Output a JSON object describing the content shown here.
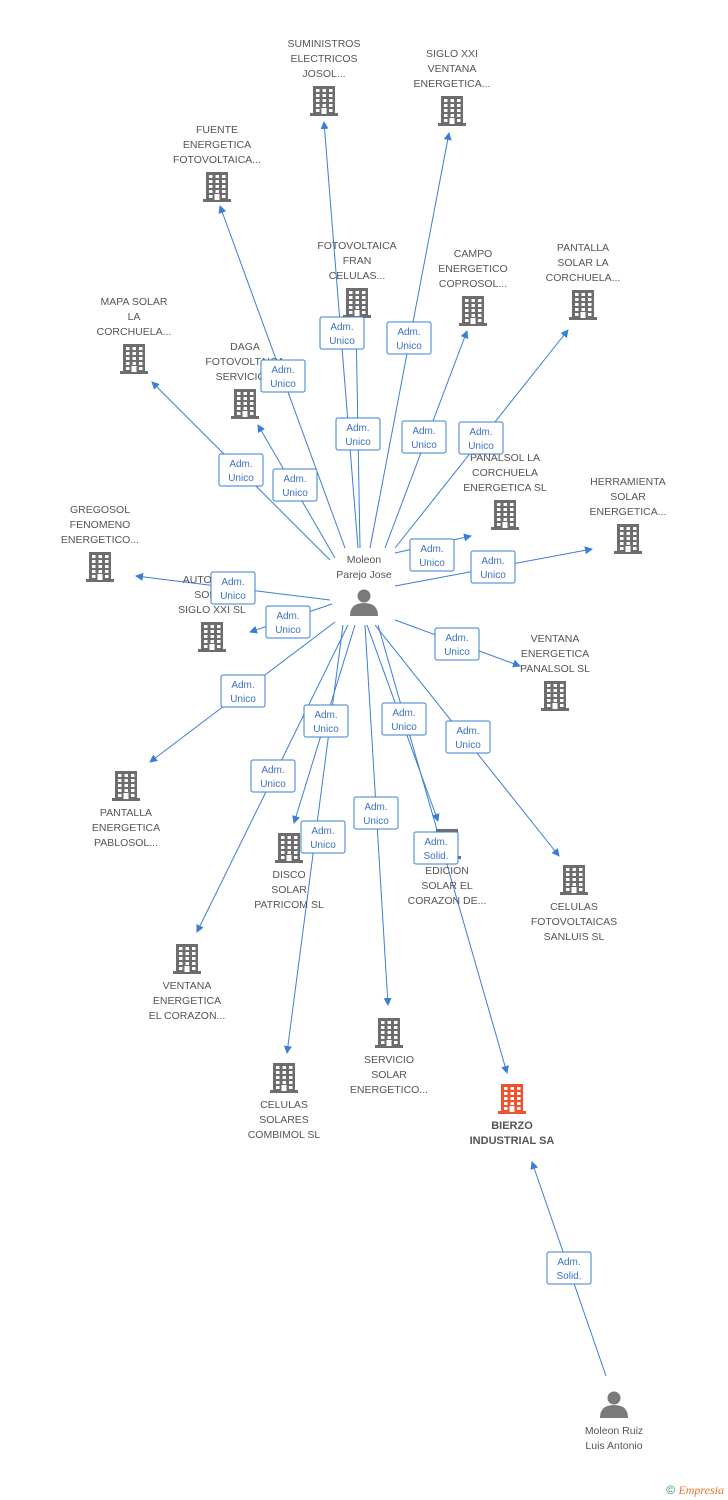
{
  "colors": {
    "edge": "#3a7fd5",
    "building": "#6d6d6d",
    "building_highlight": "#f0522d",
    "person": "#7a7a7a"
  },
  "persons": [
    {
      "id": "p1",
      "name_lines": [
        "Moleon",
        "Parejo Jose"
      ],
      "icon": "person-icon"
    },
    {
      "id": "p2",
      "name_lines": [
        "Moleon Ruiz",
        "Luis Antonio"
      ],
      "icon": "person-icon"
    }
  ],
  "companies": [
    {
      "id": "c1",
      "name_lines": [
        "SUMINISTROS",
        "ELECTRICOS",
        "JOSOL..."
      ]
    },
    {
      "id": "c2",
      "name_lines": [
        "SIGLO XXI",
        "VENTANA",
        "ENERGETICA..."
      ]
    },
    {
      "id": "c3",
      "name_lines": [
        "FUENTE",
        "ENERGETICA",
        "FOTOVOLTAICA..."
      ]
    },
    {
      "id": "c4",
      "name_lines": [
        "FOTOVOLTAICA",
        "FRAN",
        "CELULAS..."
      ]
    },
    {
      "id": "c5",
      "name_lines": [
        "CAMPO",
        "ENERGETICO",
        "COPROSOL..."
      ]
    },
    {
      "id": "c6",
      "name_lines": [
        "PANTALLA",
        "SOLAR LA",
        "CORCHUELA..."
      ]
    },
    {
      "id": "c7",
      "name_lines": [
        "MAPA SOLAR",
        "LA",
        "CORCHUELA..."
      ]
    },
    {
      "id": "c8",
      "name_lines": [
        "DAGA",
        "FOTOVOLTAICA",
        "SERVICIO..."
      ]
    },
    {
      "id": "c9",
      "name_lines": [
        "PANALSOL LA",
        "CORCHUELA",
        "ENERGETICA SL"
      ]
    },
    {
      "id": "c10",
      "name_lines": [
        "HERRAMIENTA",
        "SOLAR",
        "ENERGETICA..."
      ]
    },
    {
      "id": "c11",
      "name_lines": [
        "GREGOSOL",
        "FENOMENO",
        "ENERGETICO..."
      ]
    },
    {
      "id": "c12",
      "name_lines": [
        "AUTOPISTA",
        "SOLAR",
        "SIGLO XXI SL"
      ]
    },
    {
      "id": "c13",
      "name_lines": [
        "VENTANA",
        "ENERGETICA",
        "PANALSOL SL"
      ]
    },
    {
      "id": "c14",
      "name_lines": [
        "PANTALLA",
        "ENERGETICA",
        "PABLOSOL..."
      ]
    },
    {
      "id": "c15",
      "name_lines": [
        "DISCO",
        "SOLAR",
        "PATRICOM SL"
      ]
    },
    {
      "id": "c16",
      "name_lines": [
        "EDICION",
        "SOLAR EL",
        "CORAZON DE..."
      ]
    },
    {
      "id": "c17",
      "name_lines": [
        "CELULAS",
        "FOTOVOLTAICAS",
        "SANLUIS SL"
      ]
    },
    {
      "id": "c18",
      "name_lines": [
        "VENTANA",
        "ENERGETICA",
        "EL CORAZON..."
      ]
    },
    {
      "id": "c19",
      "name_lines": [
        "SERVICIO",
        "SOLAR",
        "ENERGETICO..."
      ]
    },
    {
      "id": "c20",
      "name_lines": [
        "CELULAS",
        "SOLARES",
        "COMBIMOL SL"
      ]
    },
    {
      "id": "c21",
      "name_lines": [
        "BIERZO",
        "INDUSTRIAL SA"
      ],
      "highlight": true
    }
  ],
  "edges": [
    {
      "from": "p1",
      "to": "c1",
      "label_lines": [
        "Adm.",
        "Unico"
      ]
    },
    {
      "from": "p1",
      "to": "c2",
      "label_lines": [
        "Adm.",
        "Unico"
      ]
    },
    {
      "from": "p1",
      "to": "c3",
      "label_lines": [
        "Adm.",
        "Unico"
      ]
    },
    {
      "from": "p1",
      "to": "c4",
      "label_lines": [
        "Adm.",
        "Unico"
      ]
    },
    {
      "from": "p1",
      "to": "c5",
      "label_lines": [
        "Adm.",
        "Unico"
      ]
    },
    {
      "from": "p1",
      "to": "c6",
      "label_lines": [
        "Adm.",
        "Unico"
      ]
    },
    {
      "from": "p1",
      "to": "c7",
      "label_lines": [
        "Adm.",
        "Unico"
      ]
    },
    {
      "from": "p1",
      "to": "c8",
      "label_lines": [
        "Adm.",
        "Unico"
      ]
    },
    {
      "from": "p1",
      "to": "c9",
      "label_lines": [
        "Adm.",
        "Unico"
      ]
    },
    {
      "from": "p1",
      "to": "c10",
      "label_lines": [
        "Adm.",
        "Unico"
      ]
    },
    {
      "from": "p1",
      "to": "c11",
      "label_lines": [
        "Adm.",
        "Unico"
      ]
    },
    {
      "from": "p1",
      "to": "c12",
      "label_lines": [
        "Adm.",
        "Unico"
      ]
    },
    {
      "from": "p1",
      "to": "c13",
      "label_lines": [
        "Adm.",
        "Unico"
      ]
    },
    {
      "from": "p1",
      "to": "c14",
      "label_lines": [
        "Adm.",
        "Unico"
      ]
    },
    {
      "from": "p1",
      "to": "c15",
      "label_lines": [
        "Adm.",
        "Unico"
      ]
    },
    {
      "from": "p1",
      "to": "c16",
      "label_lines": [
        "Adm.",
        "Unico"
      ]
    },
    {
      "from": "p1",
      "to": "c17",
      "label_lines": [
        "Adm.",
        "Unico"
      ]
    },
    {
      "from": "p1",
      "to": "c18",
      "label_lines": [
        "Adm.",
        "Unico"
      ]
    },
    {
      "from": "p1",
      "to": "c19",
      "label_lines": [
        "Adm.",
        "Unico"
      ]
    },
    {
      "from": "p1",
      "to": "c20",
      "label_lines": [
        "Adm.",
        "Unico"
      ]
    },
    {
      "from": "p1",
      "to": "c21",
      "label_lines": [
        "Adm.",
        "Solid."
      ]
    },
    {
      "from": "p2",
      "to": "c21",
      "label_lines": [
        "Adm.",
        "Solid."
      ]
    }
  ],
  "footer": {
    "copyright": "©",
    "brand": "Empresia"
  }
}
